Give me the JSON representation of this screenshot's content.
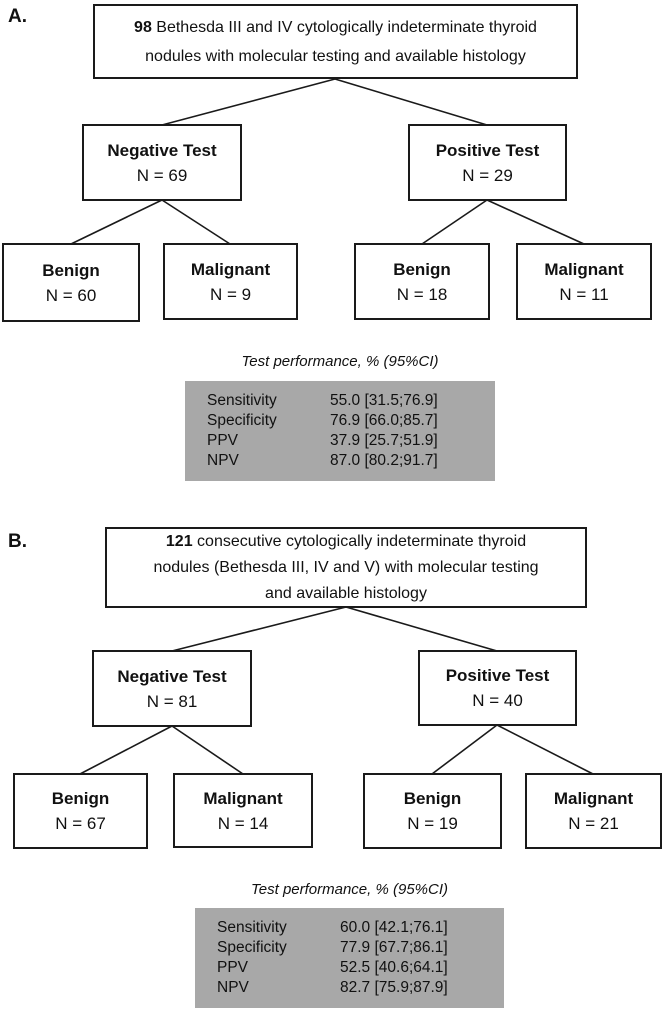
{
  "colors": {
    "table_bg": "#a8a8a8",
    "line": "#1a1a1a"
  },
  "panels": [
    {
      "label": "A.",
      "root": {
        "bold": "98",
        "line1": " Bethesda III and IV cytologically indeterminate thyroid",
        "line2": "nodules with molecular testing and available histology"
      },
      "nodes": [
        {
          "title": "Negative Test",
          "n": "N = 69"
        },
        {
          "title": "Positive Test",
          "n": "N = 29"
        },
        {
          "title": "Benign",
          "n": "N = 60"
        },
        {
          "title": "Malignant",
          "n": "N = 9"
        },
        {
          "title": "Benign",
          "n": "N = 18"
        },
        {
          "title": "Malignant",
          "n": "N = 11"
        }
      ],
      "table": {
        "title": "Test performance, % (95%CI)",
        "rows": [
          {
            "label": "Sensitivity",
            "value": "55.0 [31.5;76.9]"
          },
          {
            "label": "Specificity",
            "value": "76.9 [66.0;85.7]"
          },
          {
            "label": "PPV",
            "value": "37.9 [25.7;51.9]"
          },
          {
            "label": "NPV",
            "value": "87.0 [80.2;91.7]"
          }
        ]
      }
    },
    {
      "label": "B.",
      "root": {
        "bold": "121",
        "line1": " consecutive cytologically indeterminate thyroid",
        "line2": "nodules (Bethesda III, IV and V) with molecular testing",
        "line3": "and available histology"
      },
      "nodes": [
        {
          "title": "Negative Test",
          "n": "N = 81"
        },
        {
          "title": "Positive Test",
          "n": "N = 40"
        },
        {
          "title": "Benign",
          "n": "N = 67"
        },
        {
          "title": "Malignant",
          "n": "N = 14"
        },
        {
          "title": "Benign",
          "n": "N = 19"
        },
        {
          "title": "Malignant",
          "n": "N = 21"
        }
      ],
      "table": {
        "title": "Test performance, % (95%CI)",
        "rows": [
          {
            "label": "Sensitivity",
            "value": "60.0 [42.1;76.1]"
          },
          {
            "label": "Specificity",
            "value": "77.9 [67.7;86.1]"
          },
          {
            "label": "PPV",
            "value": "52.5 [40.6;64.1]"
          },
          {
            "label": "NPV",
            "value": "82.7 [75.9;87.9]"
          }
        ]
      }
    }
  ]
}
